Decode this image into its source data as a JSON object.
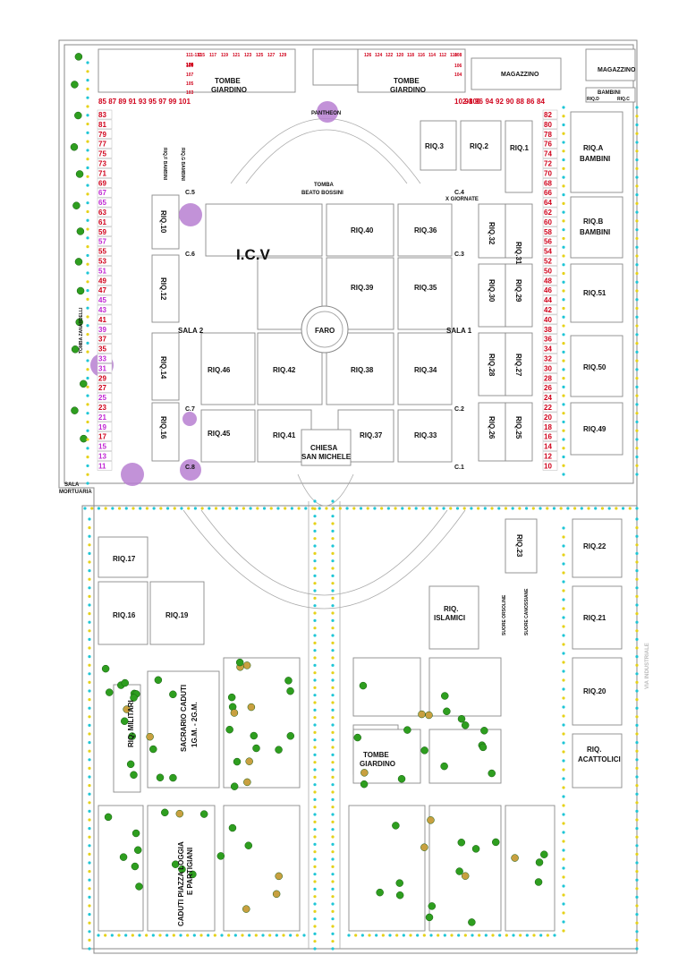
{
  "colors": {
    "number_red": "#d0021b",
    "number_magenta": "#c026d3",
    "tree_green": "#2e9e1f",
    "tree_olive": "#c8a040",
    "lamp_cyan": "#1fc6d6",
    "lamp_yellow": "#e6d21a",
    "circle_purple": "#b77fd1",
    "wall_grey": "#888888"
  },
  "buildings": {
    "magazzino_1": "MAGAZZINO",
    "magazzino_2": "MAGAZZINO",
    "tombe_giardino_left": "TOMBE\nGIARDINO",
    "tombe_giardino_right": "TOMBE\nGIARDINO",
    "pantheon": "PANTHEON",
    "tomba_beato_bossini": "TOMBA\nBEATO BOSSINI",
    "icv": "I.C.V",
    "faro": "FARO",
    "sala_1": "SALA 1",
    "sala_2": "SALA 2",
    "chiesa": "CHIESA\nSAN MICHELE",
    "sala_mortuaria": "SALA\nMORTUARIA",
    "tomba_zanardelli": "TOMBA\nZANARDELLI",
    "x_giornate": "X GIORNATE",
    "sacrario": "SACRARIO CADUTI\n1G.M. - 2G.M.",
    "tombe_giardino_center": "TOMBE\nGIARDINO",
    "caduti_loggia": "CADUTI PIAZZA LOGGIA\nE PARTIGIANI",
    "via_industriale": "VIA INDUSTRIALE",
    "suore": "SUORE\nORSOLINE",
    "suore2": "SUORE\nCANOSSIANE",
    "bambini_top": "BAMBINI",
    "riq_d": "RIQ.D",
    "riq_c": "RIQ.C",
    "riq_f_bambini": "RIQ.F\nBAMBINI",
    "riq_g_bambini": "RIQ.G\nBAMBINI"
  },
  "corners": {
    "c1": "C.1",
    "c2": "C.2",
    "c3": "C.3",
    "c4": "C.4",
    "c5": "C.5",
    "c6": "C.6",
    "c7": "C.7",
    "c8": "C.8"
  },
  "plots": {
    "riq_a": "RIQ.A\nBAMBINI",
    "riq_b": "RIQ.B\nBAMBINI",
    "riq_51": "RIQ.51",
    "riq_50": "RIQ.50",
    "riq_49": "RIQ.49",
    "riq_1": "RIQ.1",
    "riq_2": "RIQ.2",
    "riq_3": "RIQ.3",
    "riq_31": "RIQ.31",
    "riq_32": "RIQ.32",
    "riq_29": "RIQ.29",
    "riq_30": "RIQ.30",
    "riq_27": "RIQ.27",
    "riq_28": "RIQ.28",
    "riq_25": "RIQ.25",
    "riq_26": "RIQ.26",
    "riq_36": "RIQ.36",
    "riq_35": "RIQ.35",
    "riq_34": "RIQ.34",
    "riq_33": "RIQ.33",
    "riq_40": "RIQ.40",
    "riq_39": "RIQ.39",
    "riq_38": "RIQ.38",
    "riq_37": "RIQ.37",
    "riq_42": "RIQ.42",
    "riq_41": "RIQ.41",
    "riq_46": "RIQ.46",
    "riq_45": "RIQ.45",
    "riq_10": "RIQ.10",
    "riq_12": "RIQ.12",
    "riq_14": "RIQ.14",
    "riq_16": "RIQ.16",
    "riq_17": "RIQ.17",
    "riq_16b": "RIQ.16",
    "riq_19": "RIQ.19",
    "riq_23": "RIQ.23",
    "riq_22": "RIQ.22",
    "riq_21": "RIQ.21",
    "riq_20": "RIQ.20",
    "riq_islamici": "RIQ.\nISLAMICI",
    "riq_militari": "RIQ. MILITARI",
    "riq_acattolici": "RIQ.\nACATTOLICI"
  },
  "numbers": {
    "left_col": [
      "83",
      "81",
      "79",
      "77",
      "75",
      "73",
      "71",
      "69",
      "67",
      "65",
      "63",
      "61",
      "59",
      "57",
      "55",
      "53",
      "51",
      "49",
      "47",
      "45",
      "43",
      "41",
      "39",
      "37",
      "35",
      "33",
      "31",
      "29",
      "27",
      "25",
      "23",
      "21",
      "19",
      "17",
      "15",
      "13",
      "11"
    ],
    "right_col": [
      "82",
      "80",
      "78",
      "76",
      "74",
      "72",
      "70",
      "68",
      "66",
      "64",
      "62",
      "60",
      "58",
      "56",
      "54",
      "52",
      "50",
      "48",
      "46",
      "44",
      "42",
      "40",
      "38",
      "36",
      "34",
      "32",
      "30",
      "28",
      "26",
      "24",
      "22",
      "20",
      "18",
      "16",
      "14",
      "12",
      "10"
    ],
    "top_left_row": [
      "85",
      "87",
      "89",
      "91",
      "93",
      "95",
      "97",
      "99",
      "101"
    ],
    "top_right_row": [
      "102-100",
      "98",
      "96",
      "94",
      "92",
      "90",
      "88",
      "86",
      "84"
    ],
    "top_mid_left": [
      "111-113",
      "115",
      "117",
      "119",
      "121",
      "123",
      "125",
      "127",
      "129"
    ],
    "top_mid_right": [
      "126",
      "124",
      "122",
      "120",
      "118",
      "116",
      "114",
      "112",
      "110"
    ],
    "top_small_left": [
      "109",
      "107",
      "105",
      "103"
    ],
    "top_small_right": [
      "106",
      "104"
    ],
    "top_right_label": "108"
  }
}
